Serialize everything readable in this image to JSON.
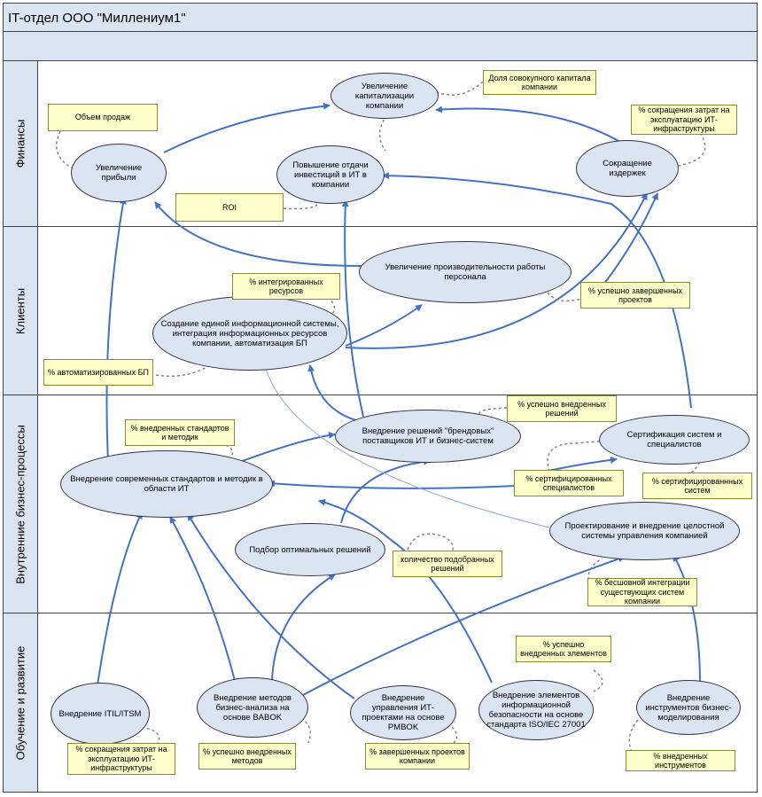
{
  "header": {
    "title": "IT-отдел ООО \"Миллениум1\""
  },
  "lanes": [
    {
      "id": "finance",
      "label": "Финансы"
    },
    {
      "id": "clients",
      "label": "Клиенты"
    },
    {
      "id": "internal",
      "label": "Внутренние бизнес-процессы"
    },
    {
      "id": "learning",
      "label": "Обучение и развитие"
    }
  ],
  "goals": {
    "capitalization": "Увеличение капитализации компании",
    "profit": "Увеличение прибыли",
    "it_return": "Повышение отдачи инвестиций в ИТ в компании",
    "cost_cut": "Сокращение издержек",
    "productivity": "Увеличение производительности работы персонала",
    "unified_is": "Создание единой информационной системы, интеграция информационных ресурсов компании, автоматизация БП",
    "brand_solutions": "Внедрение решений \"брендовых\" поставщиков ИТ и бизнес-систем",
    "certification": "Сертификация систем и специалистов",
    "standards": "Внедрение современных стандартов и методик в области ИТ",
    "optimal": "Подбор оптимальных решений",
    "mgmt_system": "Проектирование и внедрение целостной системы управления компанией",
    "itil": "Внедрение ITIL/ITSM",
    "babok": "Внедрение методов бизнес-анализа на основе BABOK",
    "pmbok": "Внедрение управления ИТ-проектами на основе PMBOK",
    "iso": "Внедрение элементов информационной безопасности на основе стандарта ISO/IEC 27001",
    "modeling": "Внедрение инструментов бизнес-моделирования"
  },
  "indicators": {
    "capital_share": "Доля совокупного капитала компании",
    "sales": "Объем продаж",
    "infra_cost": "% сокращения затрат на эксплуатацию ИТ-инфраструктуры",
    "roi": "ROI",
    "integrated": "% интегрированных ресурсов",
    "completed_projects": "% успешно завершенных проектов",
    "automated_bp": "% автоматизированных БП",
    "implemented_solutions": "% успешно внедренных решений",
    "standards_implemented": "% внедренных стандартов и методик",
    "certified_specialists": "% сертифицированных специалистов",
    "certified_systems": "% сертифицированнных систем",
    "selected_solutions": "количество подобранных решений",
    "seamless": "% бесшовной интеграции существующих систем компании",
    "elements_implemented": "% успешно внедренных элементов",
    "itil_cost": "% сокращения затрат на эксплуатацию ИТ-инфраструктуры",
    "methods_implemented": "% успешно внедренных методов",
    "projects_completed_company": "% завершенных проектов компании",
    "tools_implemented": "% внедренных инструментов"
  },
  "colors": {
    "lane_fill": "#dbe5f1",
    "oval_fill": "#dbe5f1",
    "note_fill": "#ffffcc",
    "arrow": "#4472c4",
    "dashed": "#7f7f7f"
  }
}
